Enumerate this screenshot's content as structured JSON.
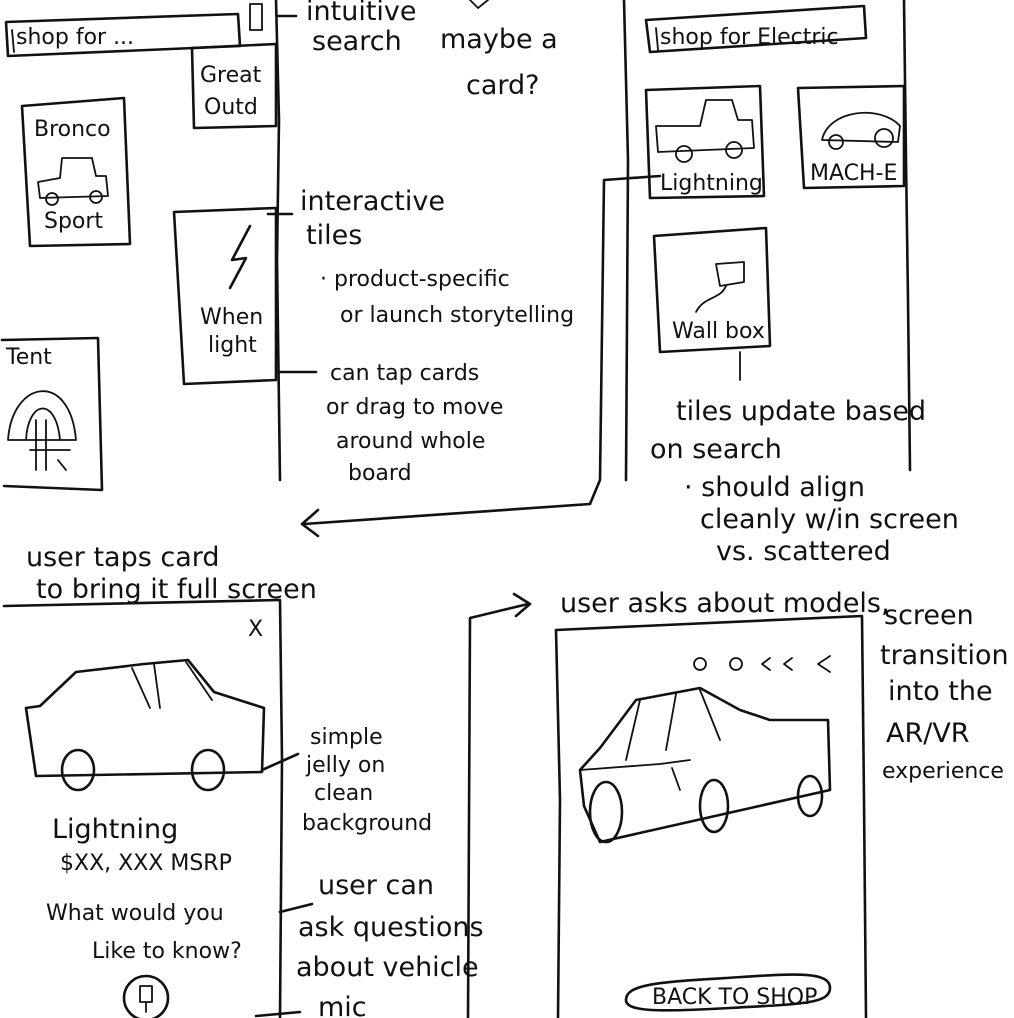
{
  "screen1": {
    "search_placeholder": "shop for ...",
    "tile_bronco_top": "Bronco",
    "tile_bronco_bottom": "Sport",
    "tile_outdoors_line1": "Great",
    "tile_outdoors_line2": "Outd",
    "tile_lightning_line1": "When",
    "tile_lightning_line2": "light",
    "tile_tent": "Tent"
  },
  "screen2": {
    "search_value": "shop for Electric",
    "tile_lightning": "Lightning",
    "tile_mache": "MACH-E",
    "tile_wallbox": "Wall box"
  },
  "screen3": {
    "close_label": "X",
    "vehicle_name": "Lightning",
    "price": "$XX, XXX MSRP",
    "question_line1": "What would you",
    "question_line2": "Like to know?"
  },
  "screen4": {
    "back_button": "BACK TO SHOP"
  },
  "annotations": {
    "search_line1": "intuitive",
    "search_line2": "search",
    "card_line1": "maybe a",
    "card_line2": "card?",
    "tiles_line1": "interactive",
    "tiles_line2": "tiles",
    "tiles_bullet_line1": "· product-specific",
    "tiles_bullet_line2": "or launch storytelling",
    "drag_line1": "can tap cards",
    "drag_line2": "or drag to move",
    "drag_line3": "around whole",
    "drag_line4": "board",
    "update_line1": "tiles update based",
    "update_line2": "on search",
    "align_line1": "· should align",
    "align_line2": "cleanly w/in screen",
    "align_line3": "vs. scattered",
    "tap_line1": "user taps card",
    "tap_line2": "to bring it full screen",
    "models_line1": "user asks about models,",
    "transition_line1": "screen",
    "transition_line2": "transition",
    "transition_line3": "into the",
    "transition_line4": "AR/VR",
    "transition_line5": "experience",
    "jelly_line1": "simple",
    "jelly_line2": "jelly on",
    "jelly_line3": "clean",
    "jelly_line4": "background",
    "ask_line1": "user can",
    "ask_line2": "ask questions",
    "ask_line3": "about vehicle",
    "mic": "mic"
  },
  "icons": {
    "lightning": "lightning-bolt-icon",
    "truck": "truck-icon",
    "car": "car-icon",
    "wallbox": "wallbox-icon",
    "mic": "microphone-icon",
    "close": "close-icon",
    "search": "search-icon"
  }
}
